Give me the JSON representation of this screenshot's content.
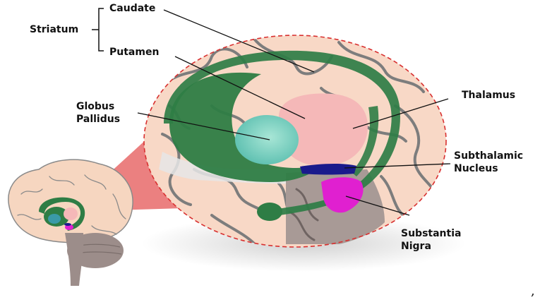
{
  "labels": {
    "striatum": "Striatum",
    "caudate": "Caudate",
    "putamen": "Putamen",
    "globus_pallidus": [
      "Globus",
      "Pallidus"
    ],
    "thalamus": "Thalamus",
    "subthalamic_nucleus": [
      "Subthalamic",
      "Nucleus"
    ],
    "substantia_nigra": [
      "Substantia",
      "Nigra"
    ]
  },
  "trailing_mark": ",",
  "colors": {
    "background_tissue": "#f8d8c6",
    "sulci": "#7d7d7d",
    "striatum_green": "#2e7d45",
    "globus_pallidus": "#7fd0c0",
    "thalamus": "#f5b8b8",
    "subthalamic_nucleus": "#1a1a8c",
    "substantia_nigra": "#e020d0",
    "brainstem": "#a89a96",
    "zoom_outline": "#d83030"
  }
}
